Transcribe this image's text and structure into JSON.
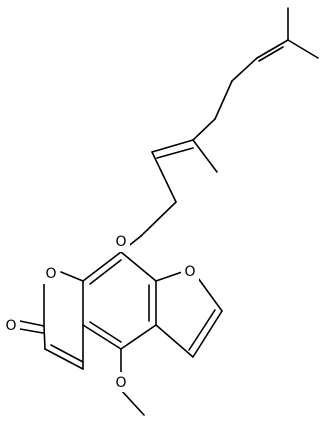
{
  "molecule": {
    "atoms": {
      "ring_oxygen": "O",
      "carbonyl_oxygen": "O",
      "ether_oxygen": "O",
      "furan_oxygen": "O",
      "methoxy_oxygen": "O"
    }
  }
}
